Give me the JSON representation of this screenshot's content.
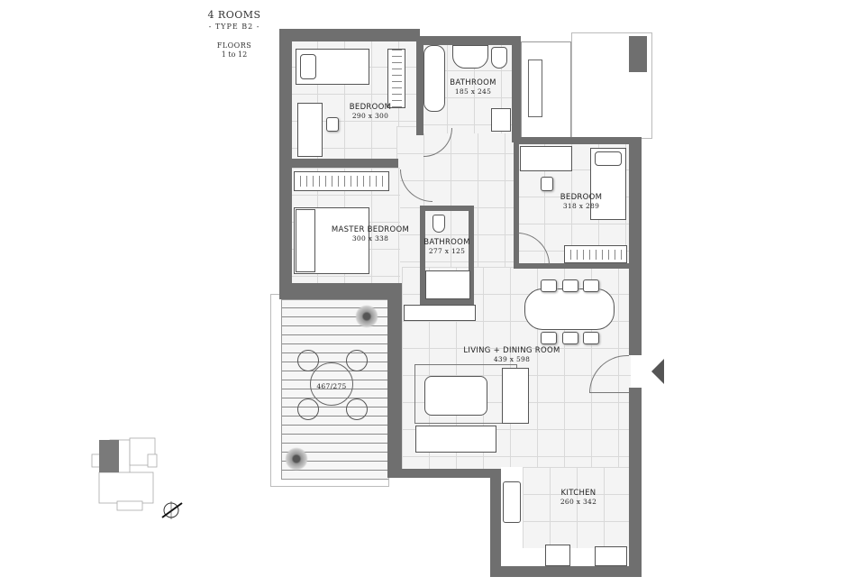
{
  "header": {
    "rooms_title": "4 ROOMS",
    "type": "- TYPE B2 -",
    "floors_label": "FLOORS",
    "floors_range": "1 to 12"
  },
  "rooms": [
    {
      "id": "bedroom-1",
      "name": "BEDROOM",
      "dimensions": "290 x 300"
    },
    {
      "id": "bathroom-1",
      "name": "BATHROOM",
      "dimensions": "185 x 245"
    },
    {
      "id": "bedroom-2",
      "name": "BEDROOM",
      "dimensions": "318 x 289"
    },
    {
      "id": "master-bedroom",
      "name": "MASTER BEDROOM",
      "dimensions": "300 x 338"
    },
    {
      "id": "bathroom-2",
      "name": "BATHROOM",
      "dimensions": "277 x 125"
    },
    {
      "id": "living-dining",
      "name": "LIVING + DINING ROOM",
      "dimensions": "439 x 598"
    },
    {
      "id": "kitchen",
      "name": "KITCHEN",
      "dimensions": "260 x 342"
    },
    {
      "id": "terrace",
      "name": "",
      "dimensions": "467/275"
    }
  ],
  "colors": {
    "wall": "#6f6f6f",
    "floor": "#f4f4f4",
    "grid": "#d9d9d9",
    "highlight_unit": "#7a7a7a"
  },
  "icons": {
    "entrance": "entrance-arrow-icon",
    "compass": "compass-north-icon",
    "keyplan": "building-keyplan"
  }
}
